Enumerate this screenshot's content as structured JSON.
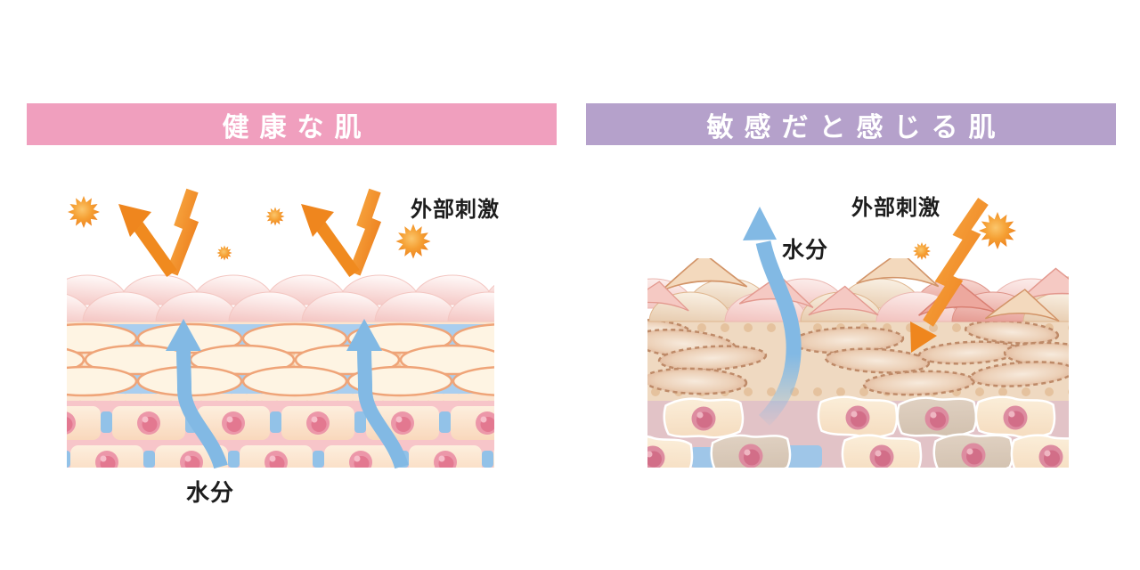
{
  "panels": {
    "healthy": {
      "title": "健康な肌",
      "header_color": "#F09FBE",
      "labels": {
        "external_stimuli": "外部刺激",
        "moisture": "水分"
      }
    },
    "sensitive": {
      "title": "敏感だと感じる肌",
      "header_color": "#B5A1CB",
      "labels": {
        "external_stimuli": "外部刺激",
        "moisture": "水分"
      }
    }
  },
  "colors": {
    "stimuli_orange": "#EF861E",
    "moisture_blue": "#82B9E4",
    "healthy_header_pink": "#F09FBE",
    "sensitive_header_purple": "#B5A1CB"
  }
}
